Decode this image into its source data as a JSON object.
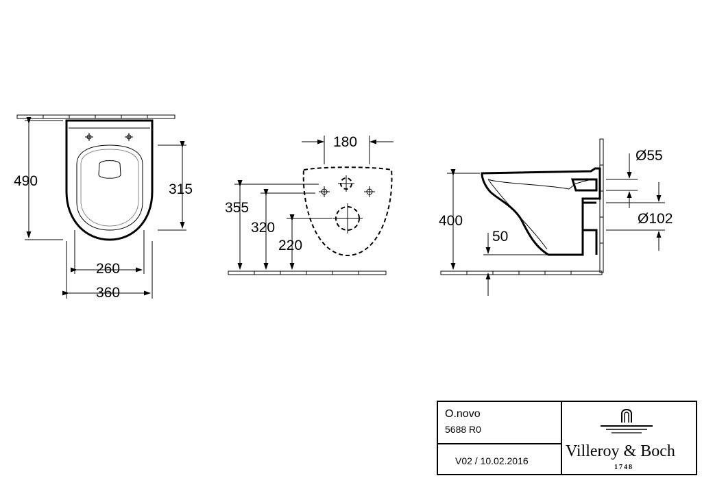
{
  "top_view": {
    "length_label": "490",
    "seat_depth_label": "315",
    "inner_width_label": "260",
    "outer_width_label": "360"
  },
  "wall_view": {
    "bolt_spacing_label": "180",
    "bolt_height_label": "355",
    "pipe_height_label": "320",
    "inlet_height_label": "220"
  },
  "side_view": {
    "height_label": "400",
    "floor_gap_label": "50",
    "inlet_diameter_label": "Ø55",
    "outlet_diameter_label": "Ø102"
  },
  "title_block": {
    "product_name": "O.novo",
    "article_number": "5688 R0",
    "version": "V02 / 10.02.2016",
    "brand_name": "Villeroy & Boch",
    "brand_year": "1748"
  }
}
